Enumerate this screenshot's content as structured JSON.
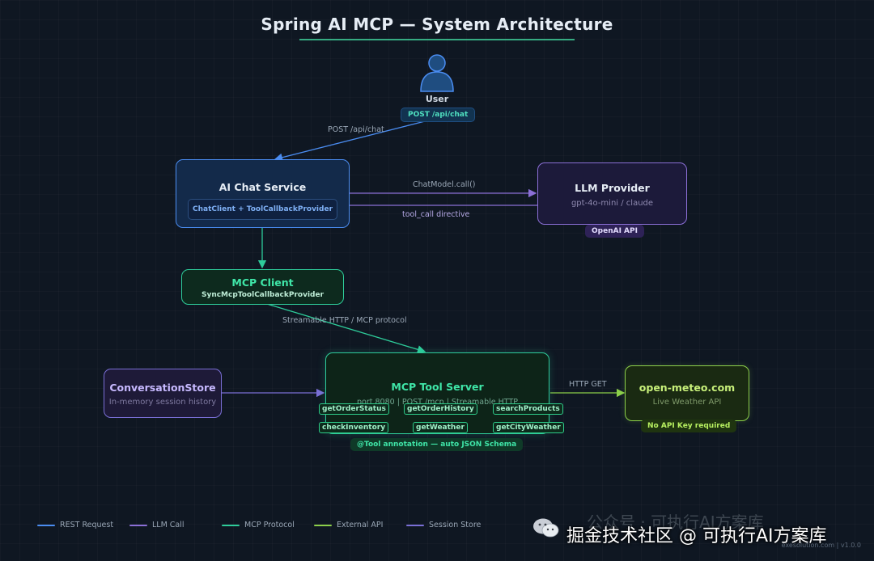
{
  "title": "Spring AI MCP  —  System Architecture",
  "user": {
    "label": "User",
    "endpoint": "POST /api/chat"
  },
  "ai_chat_service": {
    "name": "AI Chat Service",
    "inner": "ChatClient  +  ToolCallbackProvider"
  },
  "llm_provider": {
    "name": "LLM Provider",
    "models": "gpt-4o-mini / claude",
    "badge": "OpenAI API"
  },
  "mcp_client": {
    "name": "MCP Client",
    "sub": "SyncMcpToolCallbackProvider"
  },
  "conversation_store": {
    "name": "ConversationStore",
    "sub": "In-memory session history"
  },
  "mcp_tool_server": {
    "name": "MCP Tool Server",
    "sub": "port 8080  |  POST /mcp  |  Streamable HTTP",
    "tools": [
      "getOrderStatus",
      "getOrderHistory",
      "searchProducts",
      "checkInventory",
      "getWeather",
      "getCityWeather"
    ],
    "footer": "@Tool annotation  —  auto JSON Schema"
  },
  "open_meteo": {
    "name": "open-meteo.com",
    "sub": "Live Weather API",
    "badge": "No API Key required"
  },
  "edges": {
    "user_to_chat": "POST /api/chat",
    "chat_to_llm": "ChatModel.call()",
    "llm_to_chat": "tool_call directive",
    "client_to_server": "Streamable HTTP / MCP protocol",
    "server_to_meteo": "HTTP GET"
  },
  "legend": [
    {
      "label": "REST Request",
      "color": "#4a8cf0"
    },
    {
      "label": "LLM Call",
      "color": "#8b6fd6"
    },
    {
      "label": "MCP Protocol",
      "color": "#2ecc9a"
    },
    {
      "label": "External API",
      "color": "#8ccf4a"
    },
    {
      "label": "Session Store",
      "color": "#7a6fd6"
    }
  ],
  "watermark": "掘金技术社区 @ 可执行AI方案库",
  "watermark_under": "公众号 · 可执行AI方案库",
  "footer": "exesolution.com  |  v1.0.0"
}
